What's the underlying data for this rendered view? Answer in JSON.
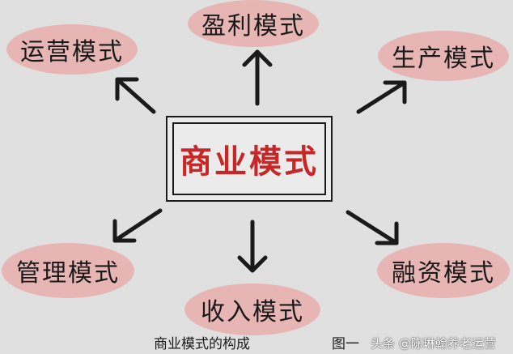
{
  "diagram": {
    "center": "商业模式",
    "nodes": {
      "profit": "盈利模式",
      "operations": "运营模式",
      "production": "生产模式",
      "management": "管理模式",
      "financing": "融资模式",
      "income": "收入模式"
    },
    "caption_left": "商业模式的构成",
    "caption_right": "图一",
    "watermark": "头条 @陈琳翰养老运营"
  },
  "colors": {
    "background": "#e0e0e0",
    "node_fill": "#e8b5b5",
    "center_text": "#c62828",
    "arrow": "#1a1a1a"
  }
}
